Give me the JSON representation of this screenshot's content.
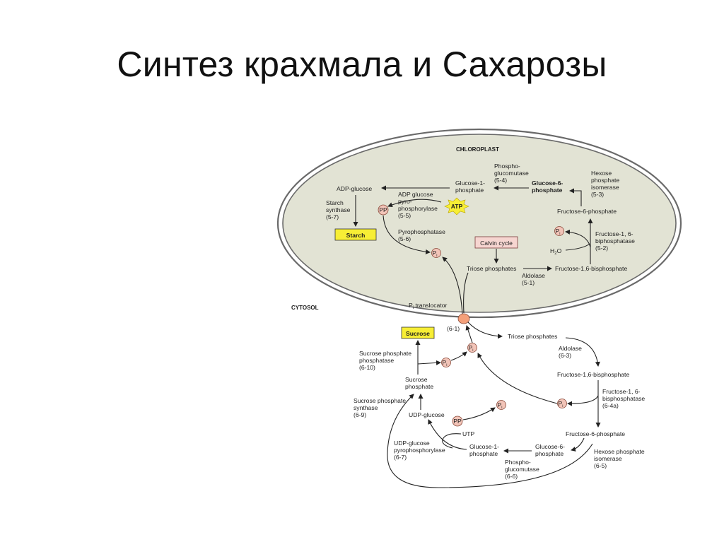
{
  "slide": {
    "title": "Синтез крахмала и Сахарозы"
  },
  "colors": {
    "chloroplast_fill": "#e2e3d4",
    "chloroplast_stroke": "#6a6a6a",
    "highlight": "#f7ee35",
    "ion_fill": "#f2c4b8",
    "calvin_fill": "#f6d5d0",
    "translocator": "#f4a07a"
  },
  "compartments": {
    "chloroplast": "CHLOROPLAST",
    "cytosol": "CYTOSOL"
  },
  "chloroplast": {
    "adp_glucose": "ADP-glucose",
    "starch_synthase": [
      "Starch",
      "synthase",
      "(5-7)"
    ],
    "starch": "Starch",
    "pp": "PP",
    "adp_pyrophosphorylase": [
      "ADP glucose",
      "pyro-",
      "phosphorylase",
      "(5-5)"
    ],
    "atp": "ATP",
    "glucose1p": [
      "Glucose-1-",
      "phosphate"
    ],
    "phosphoglucomutase": [
      "Phospho-",
      "glucomutase",
      "(5-4)"
    ],
    "glucose6p": [
      "Glucose-6-",
      "phosphate"
    ],
    "hexose_isomerase": [
      "Hexose",
      "phosphate",
      "isomerase",
      "(5-3)"
    ],
    "fructose6p": "Fructose-6-phosphate",
    "pi": "P",
    "pi_sub": "i",
    "h2o": "H",
    "h2o_sub": "2",
    "h2o_end": "O",
    "fbpase": [
      "Fructose-1, 6-",
      "biphosphatase",
      "(5-2)"
    ],
    "pyrophosphatase": [
      "Pyrophosphatase",
      "(5-6)"
    ],
    "calvin_cycle": "Calvin cycle",
    "triose_phosphates": "Triose phosphates",
    "aldolase": [
      "Aldolase",
      "(5-1)"
    ],
    "fructose16bp": "Fructose-1,6-bisphosphate"
  },
  "translocator": {
    "label": "P",
    "label_sub": "i",
    "label_end": " translocator",
    "code": "(6-1)"
  },
  "cytosol": {
    "sucrose": "Sucrose",
    "sucrose_phosphatase": [
      "Sucrose phosphate",
      "phosphatase",
      "(6-10)"
    ],
    "sucrose_phosphate": [
      "Sucrose",
      "phosphate"
    ],
    "sucrose_synthase": [
      "Sucrose phosphate",
      "synthase",
      "(6-9)"
    ],
    "udp_glucose": "UDP-glucose",
    "utp": "UTP",
    "udp_pyrophosphorylase": [
      "UDP-glucose",
      "pyrophosphorylase",
      "(6-7)"
    ],
    "glucose1p": [
      "Glucose-1-",
      "phosphate"
    ],
    "glucose6p": [
      "Glucose-6-",
      "phosphate"
    ],
    "phosphoglucomutase": [
      "Phospho-",
      "glucomutase",
      "(6-6)"
    ],
    "triose_phosphates": "Triose phosphates",
    "aldolase": [
      "Aldolase",
      "(6-3)"
    ],
    "fructose16bp": "Fructose-1,6-bisphosphate",
    "fbpase": [
      "Fructose-1, 6-",
      "bisphosphatase",
      "(6-4a)"
    ],
    "fructose6p": "Fructose-6-phosphate",
    "hexose_isomerase": [
      "Hexose phosphate",
      "isomerase",
      "(6-5)"
    ]
  }
}
